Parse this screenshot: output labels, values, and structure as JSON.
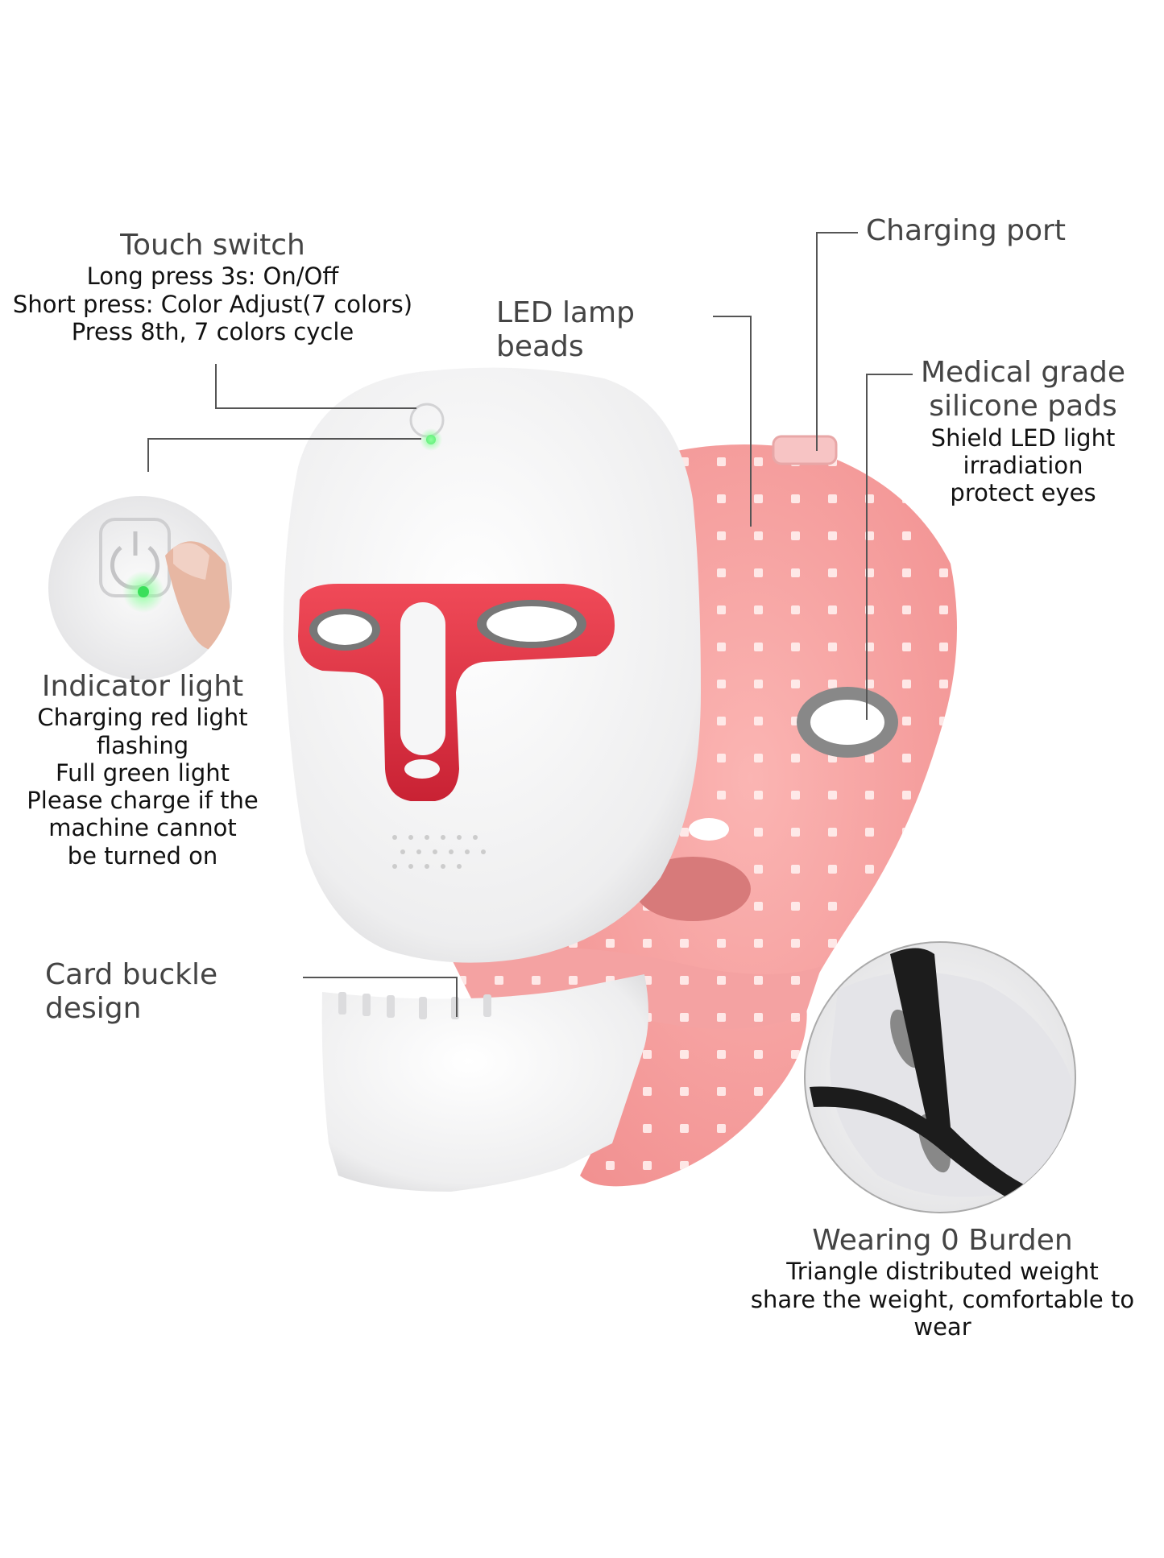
{
  "touch_switch": {
    "title": "Touch switch",
    "lines": [
      "Long press 3s: On/Off",
      "Short press: Color Adjust(7 colors)",
      "Press 8th, 7 colors cycle"
    ]
  },
  "indicator_light": {
    "title": "Indicator light",
    "lines": [
      "Charging red light flashing",
      "Full green light",
      "Please charge if the",
      "machine cannot",
      "be turned on"
    ]
  },
  "card_buckle": {
    "title": "Card buckle design"
  },
  "charging_port": {
    "title": "Charging port"
  },
  "led_beads": {
    "title": "LED lamp beads"
  },
  "silicone": {
    "title_1": "Medical grade",
    "title_2": "silicone pads",
    "lines": [
      "Shield LED light irradiation",
      "protect eyes"
    ]
  },
  "wearing": {
    "title": "Wearing 0 Burden",
    "lines": [
      "Triangle distributed weight",
      "share the weight, comfortable to wear"
    ]
  },
  "colors": {
    "mask_pink": "#f59a9a",
    "led_red": "#e33a4a",
    "indicator_green": "#3adf5a",
    "mask_white": "#f3f3f4"
  }
}
